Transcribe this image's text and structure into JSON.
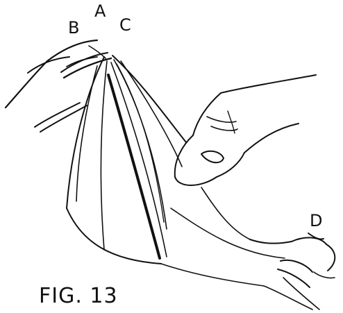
{
  "labels": {
    "a": "A",
    "b": "B",
    "c": "C",
    "d": "D"
  },
  "caption": "FIG. 13"
}
